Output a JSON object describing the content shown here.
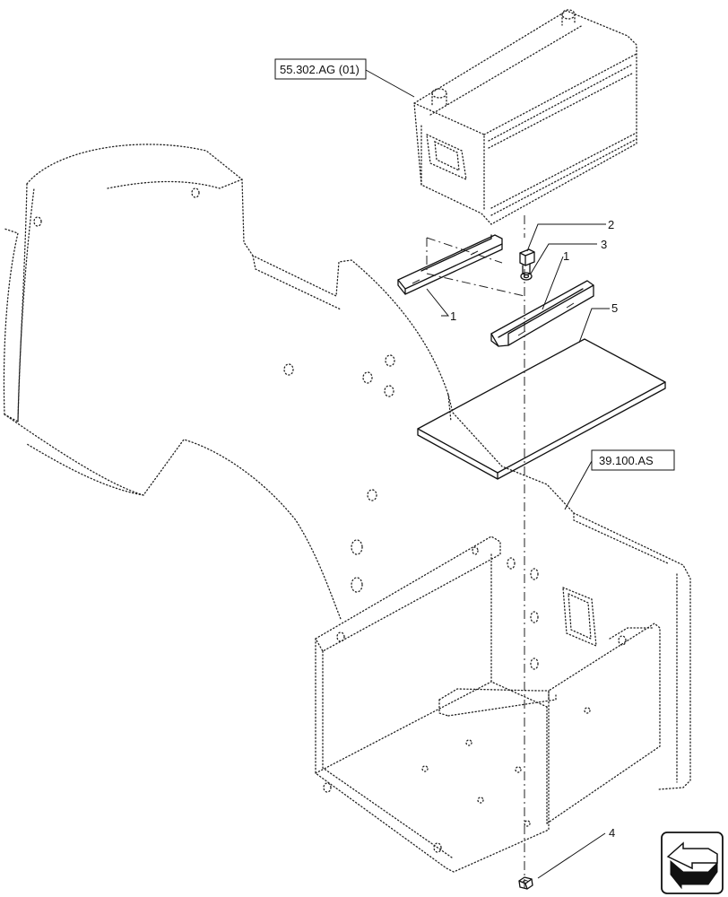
{
  "references": {
    "battery_ref": "55.302.AG (01)",
    "frame_ref": "39.100.AS"
  },
  "callouts": {
    "clamp_left": "1",
    "clamp_right": "1",
    "bolt": "2",
    "washer": "3",
    "nut": "4",
    "pad": "5"
  },
  "nav": {
    "icon": "arrow-icon"
  }
}
